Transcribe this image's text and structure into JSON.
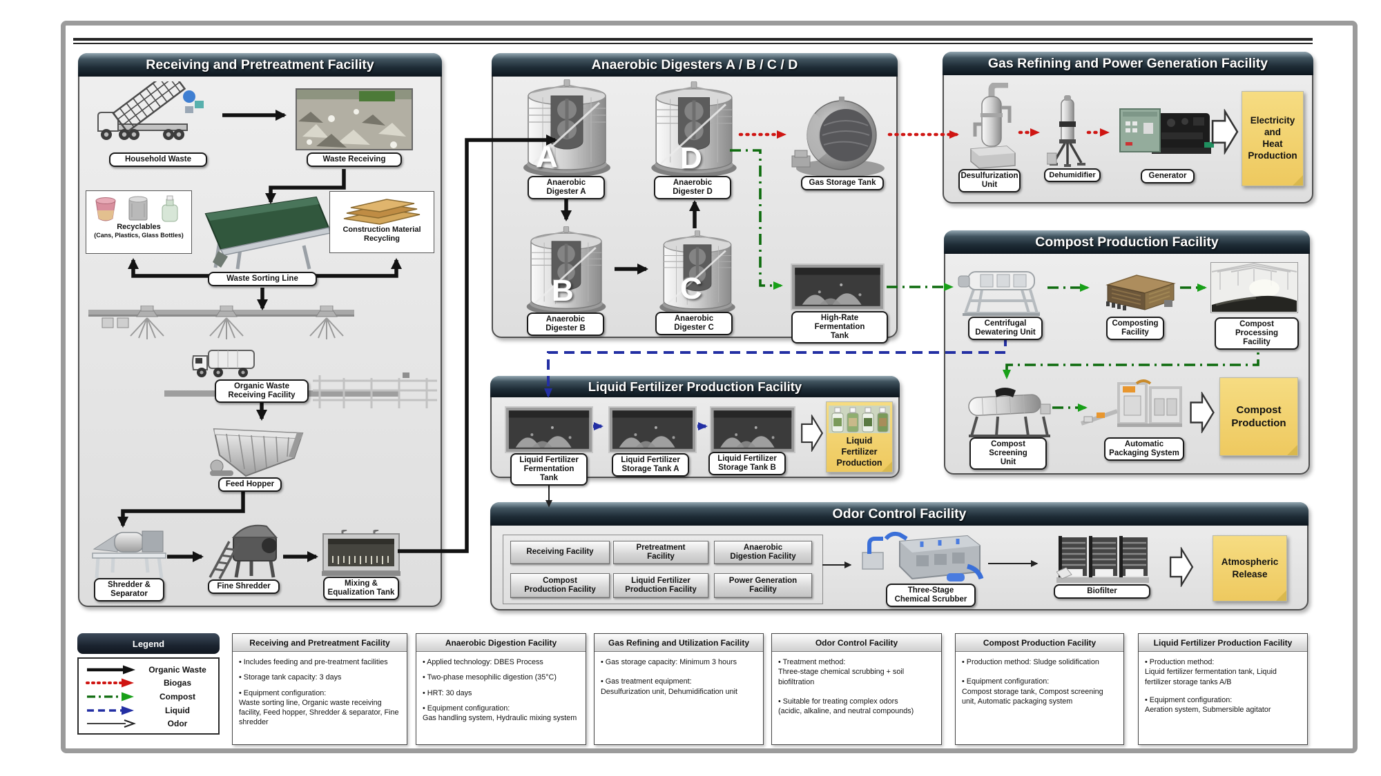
{
  "panels": {
    "receiving": {
      "title": "Receiving and Pretreatment Facility"
    },
    "digesters": {
      "title": "Anaerobic Digesters A / B / C / D"
    },
    "gas": {
      "title": "Gas Refining and Power Generation Facility"
    },
    "compost": {
      "title": "Compost Production Facility"
    },
    "liquid": {
      "title": "Liquid Fertilizer Production Facility"
    },
    "odor": {
      "title": "Odor Control Facility"
    }
  },
  "letters": {
    "a": "A",
    "b": "B",
    "c": "C",
    "d": "D"
  },
  "labels": {
    "household_waste": "Household Waste",
    "waste_receiving": "Waste Receiving",
    "waste_sorting": "Waste Sorting Line",
    "organic_receiving": "Organic Waste\nReceiving Facility",
    "feed_hopper": "Feed Hopper",
    "shredder": "Shredder &\nSeparator",
    "fine_shredder": "Fine Shredder",
    "mixing": "Mixing &\nEqualization Tank",
    "dig_a": "Anaerobic\nDigester A",
    "dig_b": "Anaerobic\nDigester B",
    "dig_c": "Anaerobic\nDigester C",
    "dig_d": "Anaerobic\nDigester D",
    "gas_tank": "Gas Storage Tank",
    "high_rate": "High-Rate Fermentation\nTank",
    "desulfurization": "Desulfurization\nUnit",
    "dehumidifier": "Dehumidifier",
    "generator": "Generator",
    "centrifugal": "Centrifugal\nDewatering Unit",
    "composting": "Composting\nFacility",
    "processing": "Compost Processing\nFacility",
    "screening": "Compost Screening\nUnit",
    "packaging": "Automatic\nPackaging System",
    "lf_ferm": "Liquid Fertilizer\nFermentation Tank",
    "lf_a": "Liquid Fertilizer\nStorage Tank A",
    "lf_b": "Liquid Fertilizer\nStorage Tank B",
    "scrubber": "Three-Stage\nChemical Scrubber",
    "biofilter": "Biofilter"
  },
  "boxes": {
    "recyclables_title": "Recyclables",
    "recyclables_sub": "(Cans, Plastics, Glass Bottles)",
    "construction": "Construction Material\nRecycling"
  },
  "notes": {
    "electricity": "Electricity\nand\nHeat\nProduction",
    "compost": "Compost\nProduction",
    "liquid": "Liquid\nFertilizer\nProduction",
    "atmospheric": "Atmospheric\nRelease"
  },
  "odor_buttons": [
    "Receiving Facility",
    "Pretreatment\nFacility",
    "Anaerobic\nDigestion Facility",
    "Compost\nProduction Facility",
    "Liquid Fertilizer\nProduction Facility",
    "Power Generation\nFacility"
  ],
  "legend": {
    "title": "Legend",
    "items": [
      {
        "label": "Organic Waste"
      },
      {
        "label": "Biogas"
      },
      {
        "label": "Compost"
      },
      {
        "label": "Liquid"
      },
      {
        "label": "Odor"
      }
    ]
  },
  "info_boxes": [
    {
      "title": "Receiving and Pretreatment Facility",
      "items": [
        "• Includes feeding and pre-treatment facilities",
        "• Storage tank capacity: 3 days",
        "• Equipment configuration:\nWaste sorting line, Organic waste receiving facility, Feed hopper, Shredder & separator, Fine shredder"
      ]
    },
    {
      "title": "Anaerobic Digestion Facility",
      "items": [
        "• Applied technology: DBES Process",
        "• Two-phase mesophilic digestion (35°C)",
        "• HRT: 30 days",
        "• Equipment configuration:\nGas handling system, Hydraulic mixing system"
      ]
    },
    {
      "title": "Gas Refining and Utilization Facility",
      "items": [
        "• Gas storage capacity: Minimum 3 hours",
        "• Gas treatment equipment:\nDesulfurization unit, Dehumidification unit"
      ]
    },
    {
      "title": "Odor Control Facility",
      "items": [
        "• Treatment method:\nThree-stage chemical scrubbing + soil biofiltration",
        "• Suitable for treating complex odors\n(acidic, alkaline, and neutral compounds)"
      ]
    },
    {
      "title": "Compost Production Facility",
      "items": [
        "• Production method: Sludge solidification",
        "• Equipment configuration:\nCompost storage tank, Compost screening unit, Automatic packaging system"
      ]
    },
    {
      "title": "Liquid Fertilizer Production Facility",
      "items": [
        "• Production method:\nLiquid fertilizer fermentation tank, Liquid fertilizer storage tanks A/B",
        "• Equipment configuration:\nAeration system, Submersible agitator"
      ]
    }
  ],
  "colors": {
    "biogas": "#cf1512",
    "compost": "#0d6b0d",
    "liquid": "#232fa3",
    "organic": "#111111",
    "note_yellow": "#f2d36e"
  }
}
